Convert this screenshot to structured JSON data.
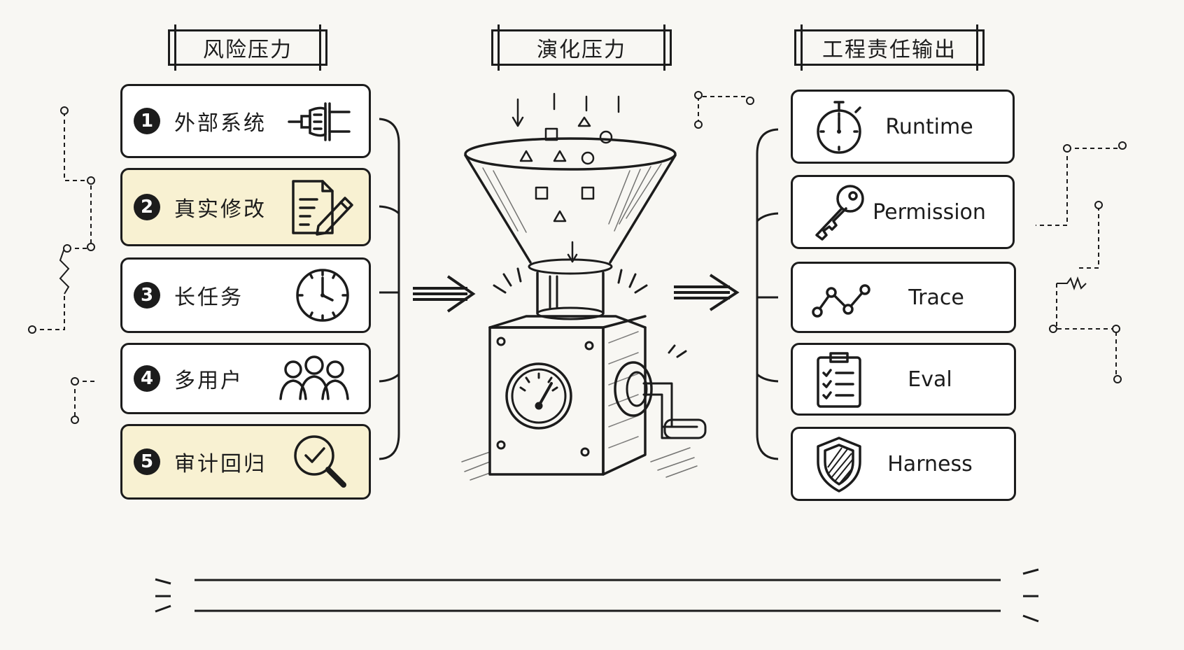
{
  "columns": {
    "risk": {
      "title": "风险压力",
      "items": [
        {
          "num": "1",
          "label": "外部系统",
          "icon": "plug-icon",
          "highlight": false
        },
        {
          "num": "2",
          "label": "真实修改",
          "icon": "document-edit-icon",
          "highlight": true
        },
        {
          "num": "3",
          "label": "长任务",
          "icon": "clock-icon",
          "highlight": false
        },
        {
          "num": "4",
          "label": "多用户",
          "icon": "users-icon",
          "highlight": false
        },
        {
          "num": "5",
          "label": "审计回归",
          "icon": "magnifier-check-icon",
          "highlight": true
        }
      ]
    },
    "evolution": {
      "title": "演化压力",
      "machine_icon": "funnel-grinder-icon"
    },
    "output": {
      "title": "工程责任输出",
      "items": [
        {
          "label": "Runtime",
          "icon": "stopwatch-icon"
        },
        {
          "label": "Permission",
          "icon": "key-icon"
        },
        {
          "label": "Trace",
          "icon": "trace-line-icon"
        },
        {
          "label": "Eval",
          "icon": "clipboard-checklist-icon"
        },
        {
          "label": "Harness",
          "icon": "shield-icon"
        }
      ]
    }
  },
  "colors": {
    "ink": "#1c1c1c",
    "highlight": "#f8f1d2",
    "background": "#f8f7f3"
  }
}
